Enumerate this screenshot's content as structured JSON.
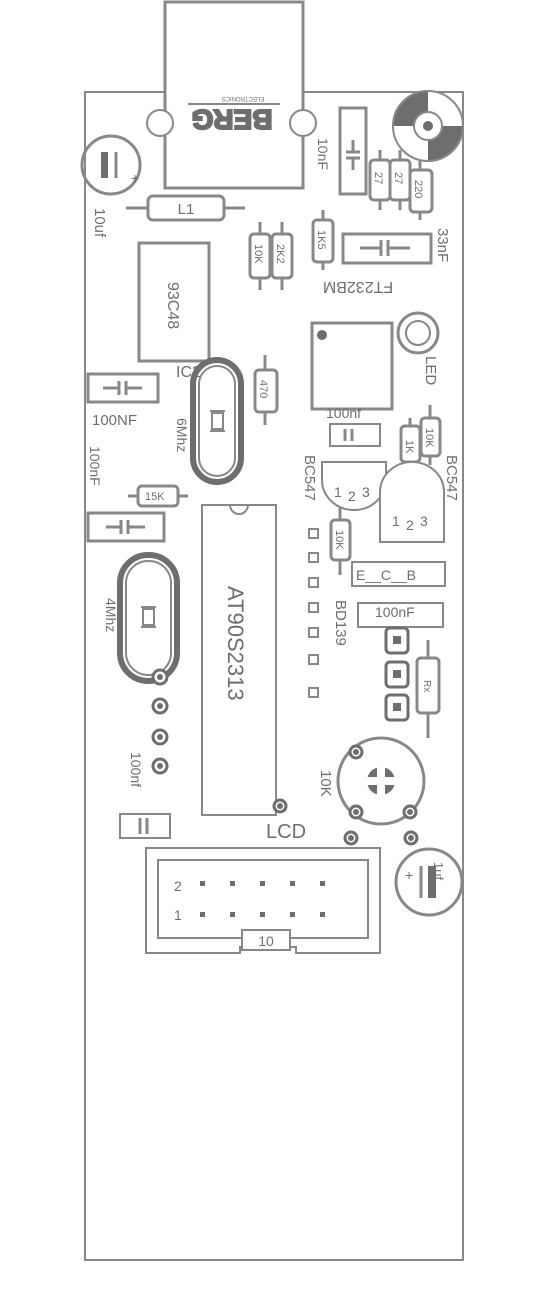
{
  "board": {
    "connector_brand": "BERG",
    "connector_brand_sub": "ELECTRONICS",
    "components": {
      "c_10uf": "10uf",
      "l1": "L1",
      "c_10nf": "10nF",
      "r_27_a": "27",
      "r_27_b": "27",
      "r_220": "220",
      "r_10k_top": "10K",
      "r_2k2": "2K2",
      "r_1k5": "1K5",
      "c_33nf": "33nF",
      "ic_eeprom": "93C48",
      "ic_label": "IC2",
      "ic_usb": "FT232BM",
      "led": "LED",
      "c_100nf_big": "100NF",
      "r_470": "470",
      "xtal_6": "6Mhz",
      "c_100nf_ft": "100nf",
      "r_1k": "1K",
      "r_10k_b": "10K",
      "q1": "BC547",
      "q2": "BC547",
      "q_pins": "1 2 3",
      "c_100nf_left": "100nF",
      "r_15k": "15K",
      "r_10k_c": "10K",
      "mcu": "AT90S2313",
      "bd139_pins": "E__C__B",
      "bd139": "BD139",
      "xtal_4": "4Mhz",
      "c_100nf_right": "100nF",
      "rx": "Rx",
      "pot": "10K",
      "c_100nf_bottom": "100nf",
      "lcd": "LCD",
      "c_1uf": "1uf",
      "header_row2": "2",
      "header_row1": "1",
      "header_pins": "10"
    }
  }
}
